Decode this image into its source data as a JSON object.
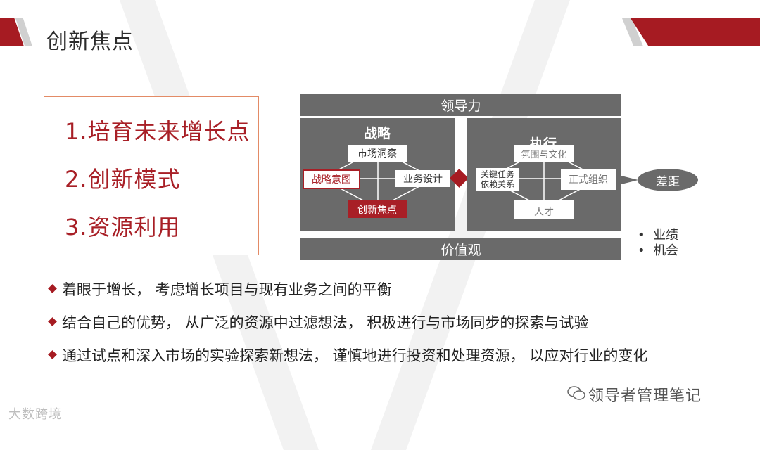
{
  "header": {
    "title": "创新焦点"
  },
  "focus": {
    "items": [
      "1.培育未来增长点",
      "2.创新模式",
      "3.资源利用"
    ]
  },
  "diagram": {
    "top_bar": "领导力",
    "bottom_bar": "价值观",
    "strategy": {
      "title": "战略",
      "market_insight": "市场洞察",
      "strategic_intent": "战略意图",
      "business_design": "业务设计",
      "innovation_focus": "创新焦点"
    },
    "execution": {
      "title": "执行",
      "climate_culture": "氛围与文化",
      "key_tasks_line1": "关键任务",
      "key_tasks_line2": "依赖关系",
      "formal_org": "正式组织",
      "talent": "人才"
    },
    "gap": "差距",
    "gap_items": [
      "业绩",
      "机会"
    ]
  },
  "points": [
    "着眼于增长， 考虑增长项目与现有业务之间的平衡",
    "结合自己的优势， 从广泛的资源中过滤想法， 积极进行与市场同步的探索与试验",
    "通过试点和深入市场的实验探索新想法， 谨慎地进行投资和处理资源， 以应对行业的变化"
  ],
  "footer": {
    "wechat_account": "领导者管理笔记",
    "logo_text": "大数跨境"
  },
  "colors": {
    "accent_red": "#a61b22",
    "panel_grey": "#6a6a6a",
    "box_border": "#e38b66"
  }
}
